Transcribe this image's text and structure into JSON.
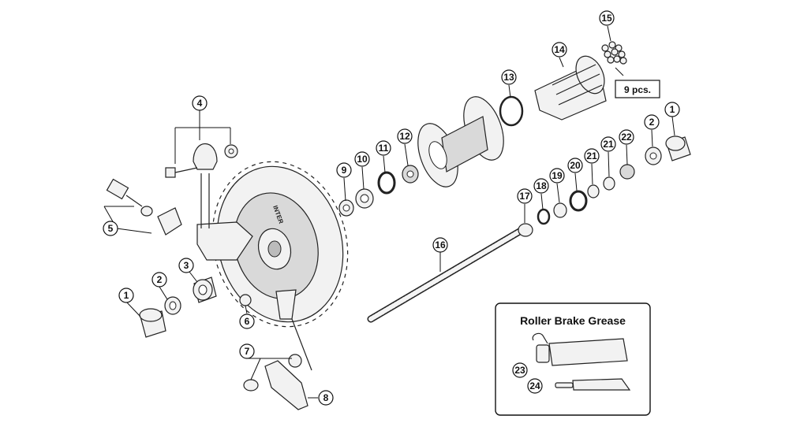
{
  "diagram": {
    "callouts": [
      "1",
      "2",
      "3",
      "4",
      "5",
      "6",
      "7",
      "8",
      "9",
      "10",
      "11",
      "12",
      "13",
      "14",
      "15",
      "16",
      "17",
      "18",
      "19",
      "20",
      "21",
      "22",
      "23",
      "24"
    ],
    "quantity_note": "9 pcs.",
    "inset_title": "Roller Brake Grease",
    "brake_label_text": "INTER"
  }
}
